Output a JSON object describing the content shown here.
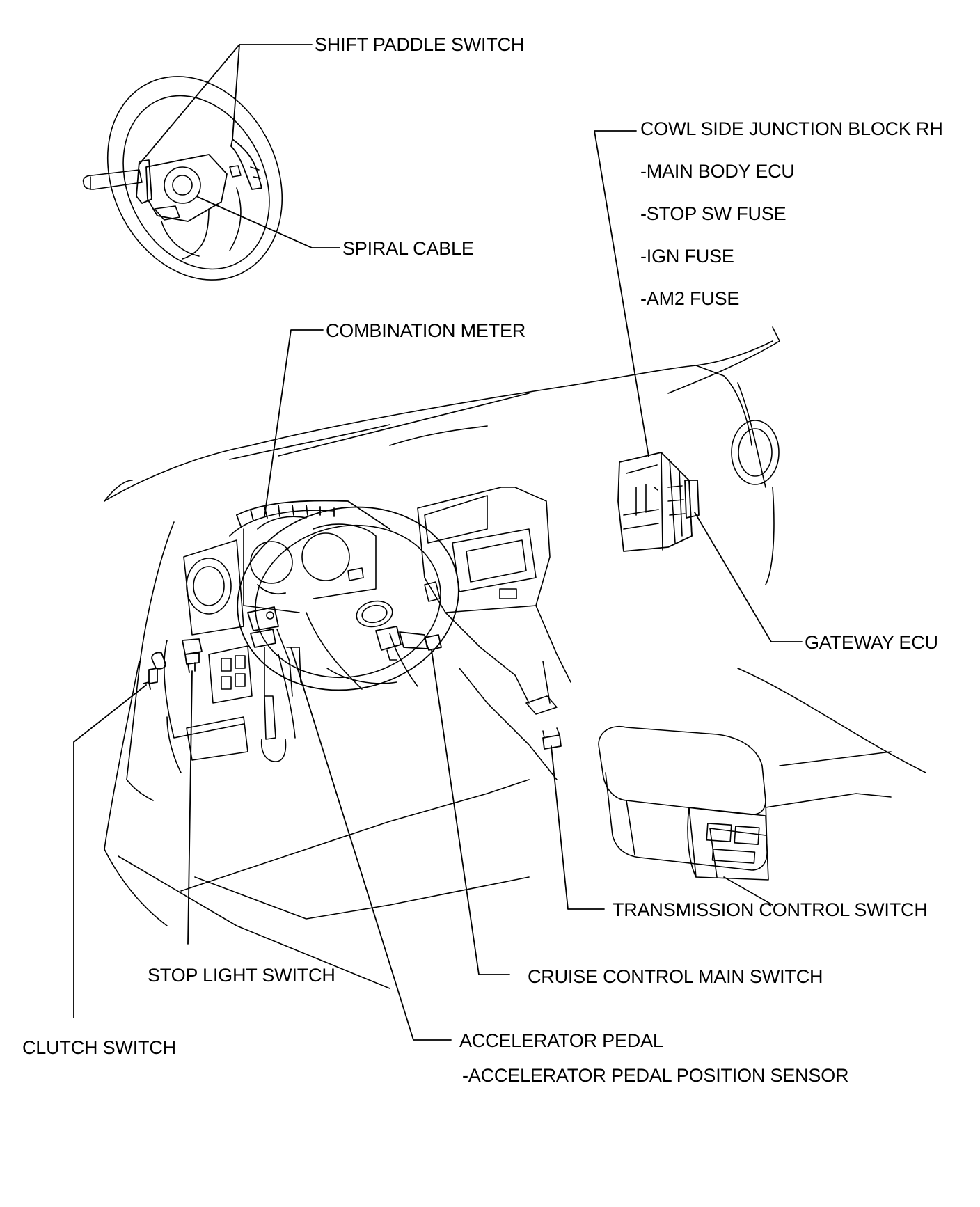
{
  "labels": {
    "shift_paddle_switch": "SHIFT PADDLE SWITCH",
    "spiral_cable": "SPIRAL CABLE",
    "cowl_side_junction_block_rh": "COWL SIDE JUNCTION BLOCK RH",
    "main_body_ecu": "-MAIN BODY ECU",
    "stop_sw_fuse": "-STOP SW FUSE",
    "ign_fuse": "-IGN FUSE",
    "am2_fuse": "-AM2 FUSE",
    "combination_meter": "COMBINATION METER",
    "gateway_ecu": "GATEWAY ECU",
    "transmission_control_switch": "TRANSMISSION CONTROL SWITCH",
    "stop_light_switch": "STOP LIGHT SWITCH",
    "cruise_control_main_switch": "CRUISE CONTROL MAIN SWITCH",
    "clutch_switch": "CLUTCH SWITCH",
    "accelerator_pedal": "ACCELERATOR PEDAL",
    "accelerator_pedal_position_sensor": "-ACCELERATOR PEDAL POSITION SENSOR"
  },
  "colors": {
    "line": "#000000",
    "background": "#ffffff"
  }
}
